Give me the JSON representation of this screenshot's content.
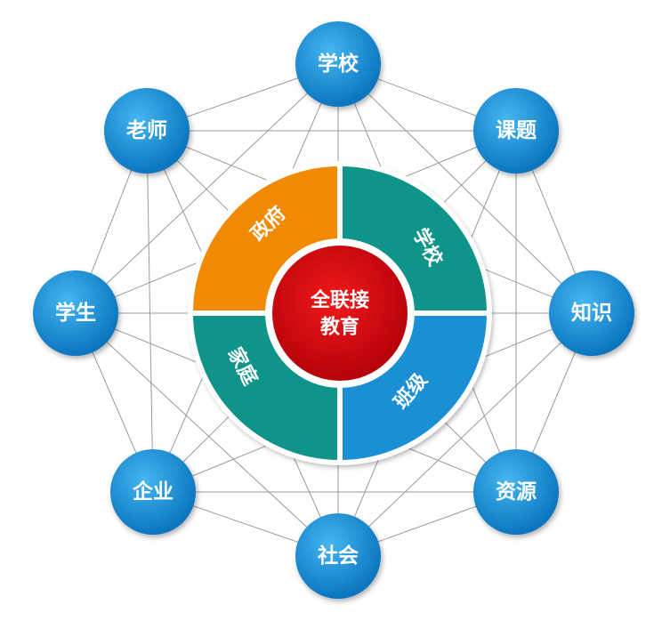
{
  "center": {
    "line1": "全联接",
    "line2": "教育"
  },
  "segments": [
    {
      "label": "政府",
      "color": "#f08a00"
    },
    {
      "label": "学校",
      "color": "#0e9488"
    },
    {
      "label": "班级",
      "color": "#1a8fd6"
    },
    {
      "label": "家庭",
      "color": "#0e9488"
    }
  ],
  "nodes": [
    {
      "label": "学校"
    },
    {
      "label": "课题"
    },
    {
      "label": "知识"
    },
    {
      "label": "资源"
    },
    {
      "label": "社会"
    },
    {
      "label": "企业"
    },
    {
      "label": "学生"
    },
    {
      "label": "老师"
    }
  ],
  "colors": {
    "node": "#0a82cc",
    "node_light": "#3fb0ee",
    "center": "#d8000c",
    "line": "#9a9a9a"
  }
}
